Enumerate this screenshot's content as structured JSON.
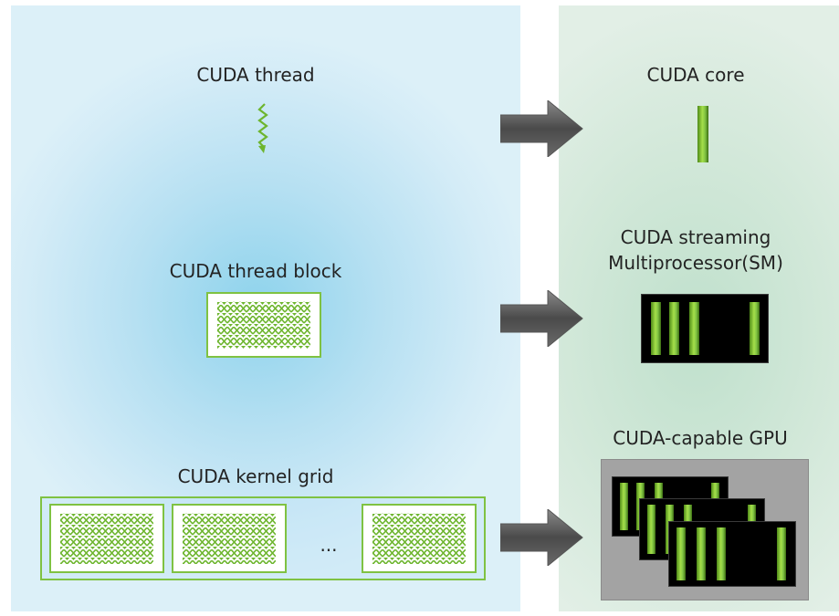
{
  "left_labels": {
    "thread": "CUDA thread",
    "block": "CUDA thread block",
    "grid": "CUDA kernel grid",
    "ellipsis": "..."
  },
  "right_labels": {
    "core": "CUDA core",
    "sm_line1": "CUDA streaming",
    "sm_line2": "Multiprocessor(SM)",
    "gpu": "CUDA-capable GPU"
  },
  "colors": {
    "accent_green": "#76b900",
    "arrow_gray": "#5f5f5f",
    "left_panel": "#c4e6f5",
    "right_panel": "#d2e8d9"
  }
}
